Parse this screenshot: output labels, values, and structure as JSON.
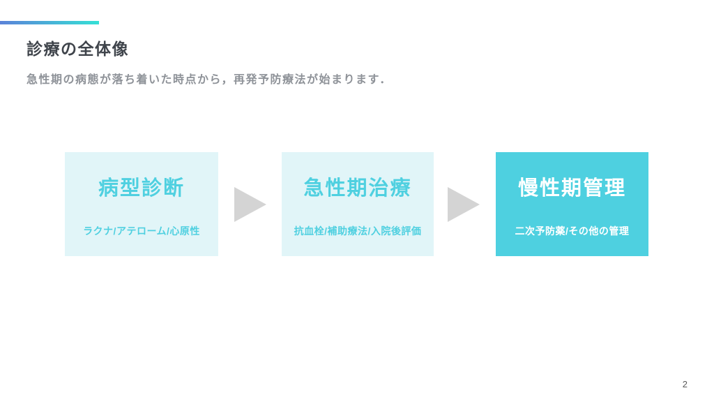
{
  "slide": {
    "title": "診療の全体像",
    "subtitle": "急性期の病態が落ち着いた時点から，再発予防療法が始まります．",
    "page_number": "2"
  },
  "flow": {
    "steps": [
      {
        "heading": "病型診断",
        "detail": "ラクナ/アテローム/心原性",
        "variant": "light"
      },
      {
        "heading": "急性期治療",
        "detail": "抗血栓/補助療法/入院後評価",
        "variant": "light"
      },
      {
        "heading": "慢性期管理",
        "detail": "二次予防薬/その他の管理",
        "variant": "solid"
      }
    ]
  },
  "colors": {
    "accent_gradient_start": "#5b82d8",
    "accent_gradient_end": "#35e0d6",
    "teal_text": "#4fd0e0",
    "light_box_bg": "#e1f5f8",
    "solid_box_bg": "#4ed0e0",
    "arrow_gray": "#d4d4d4",
    "title_text": "#3f444b",
    "subtitle_text": "#8e9298"
  }
}
